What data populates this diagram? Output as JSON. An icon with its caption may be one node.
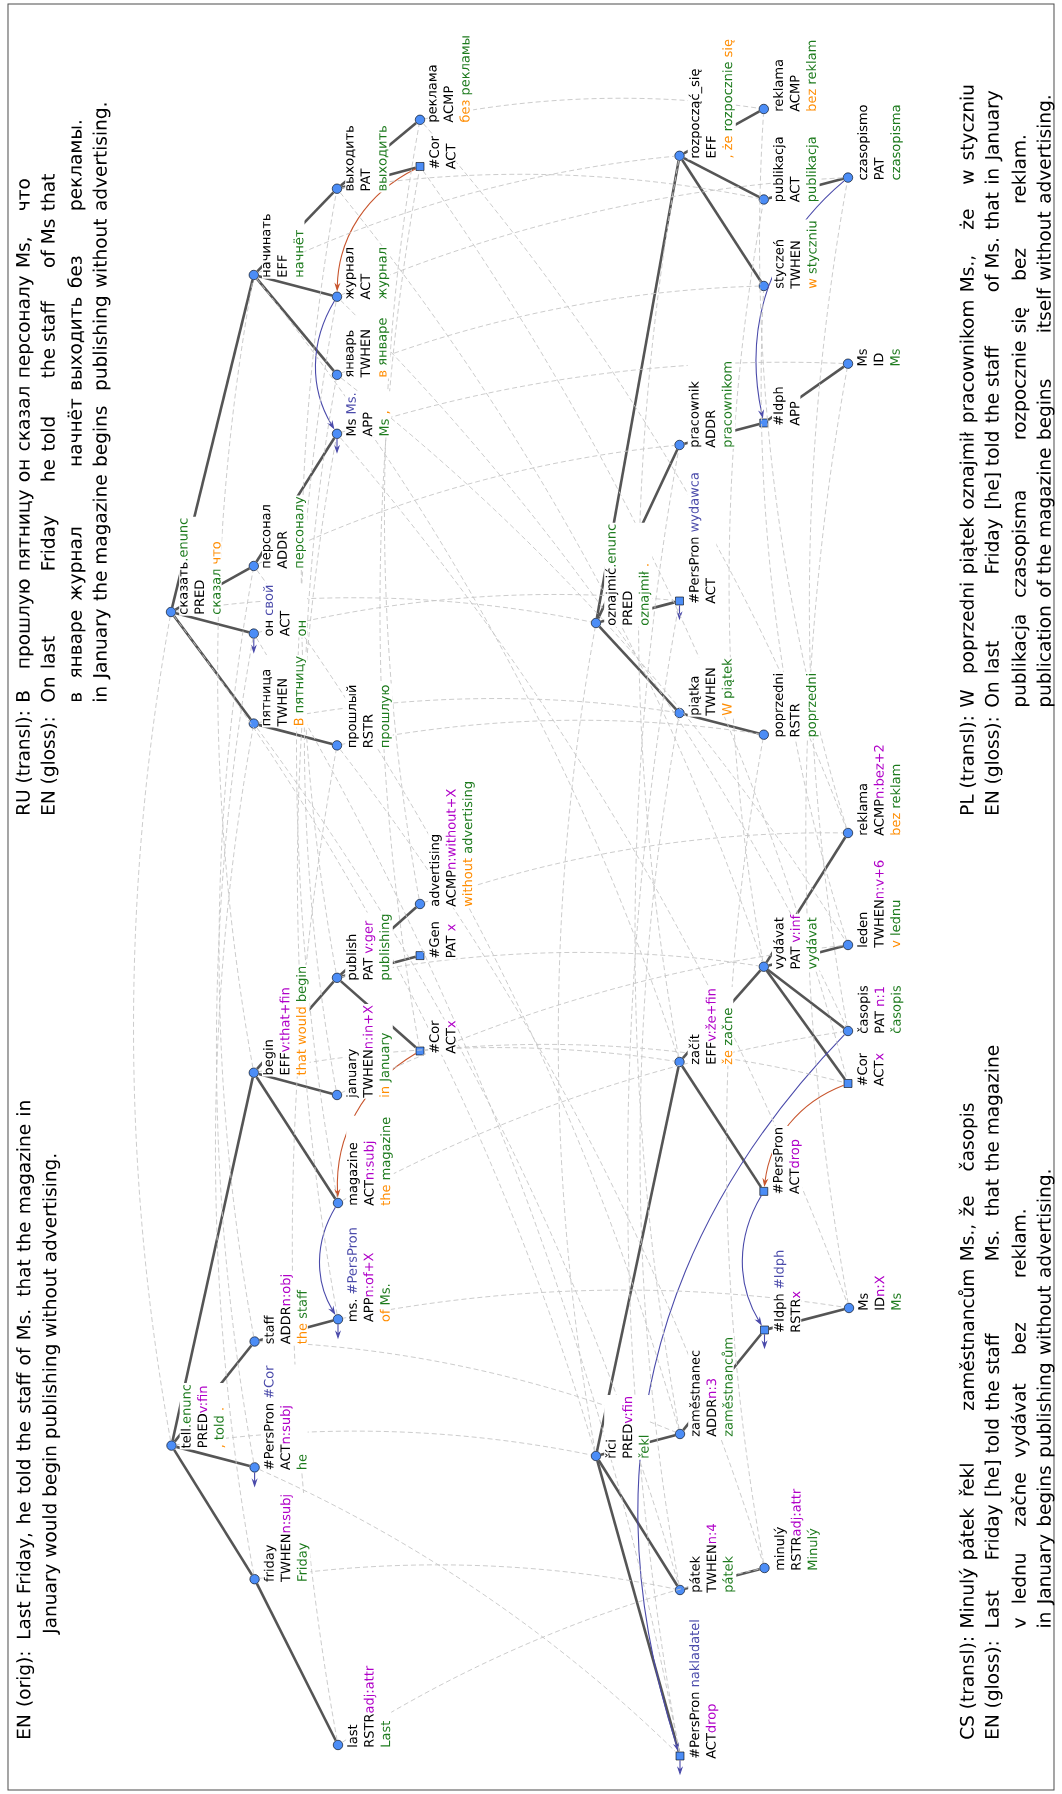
{
  "diagram": {
    "nodes": [
      {
        "text": [
          "tell",
          ".enunc",
          "PRED",
          "v:fin",
          ",",
          "told",
          "."
        ]
      },
      {
        "text": [
          "#PersPron",
          "#Cor",
          "ACT",
          "n:subj",
          "he"
        ]
      },
      {
        "text": [
          "staff",
          "ADDR",
          "n:obj",
          "the",
          "staff"
        ]
      },
      {
        "text": [
          "ms.",
          "#PersPron",
          "APP",
          "n:of+X",
          "of",
          "Ms."
        ]
      },
      {
        "text": [
          "friday",
          "TWHEN",
          "n:subj",
          "Friday"
        ]
      },
      {
        "text": [
          "last",
          "RSTR",
          "adj:attr",
          "Last"
        ]
      },
      {
        "text": [
          "begin",
          "EFF",
          "v:that+fin",
          "that would",
          "begin"
        ]
      },
      {
        "text": [
          "magazine",
          "ACT",
          "n:subj",
          "the",
          "magazine"
        ]
      },
      {
        "text": [
          "january",
          "TWHEN",
          "n:in+X",
          "in",
          "January"
        ]
      },
      {
        "text": [
          "publish",
          "PAT",
          "v:ger",
          "publishing"
        ]
      },
      {
        "text": [
          "#Cor",
          "ACT",
          "x"
        ]
      },
      {
        "text": [
          "#Gen",
          "PAT",
          "x"
        ]
      },
      {
        "text": [
          "advertising",
          "ACMP",
          "n:without+X",
          "without",
          "advertising"
        ]
      },
      {
        "text": [
          "сказать",
          ".enunc",
          "PRED",
          "сказал",
          "что"
        ]
      },
      {
        "text": [
          "он",
          "свой",
          "ACT",
          "он"
        ]
      },
      {
        "text": [
          "персонал",
          "ADDR",
          "персоналу"
        ]
      },
      {
        "text": [
          "Ms",
          "Ms.",
          "APP",
          "Ms",
          ","
        ]
      },
      {
        "text": [
          "пятница",
          "TWHEN",
          "В",
          "пятницу"
        ]
      },
      {
        "text": [
          "прошлый",
          "RSTR",
          "прошлую"
        ]
      },
      {
        "text": [
          "начинать",
          "EFF",
          "начнёт"
        ]
      },
      {
        "text": [
          "журнал",
          "ACT",
          "журнал"
        ]
      },
      {
        "text": [
          "январь",
          "TWHEN",
          "в",
          "январе"
        ]
      },
      {
        "text": [
          "выходить",
          "PAT",
          "выходить"
        ]
      },
      {
        "text": [
          "#Cor",
          "ACT"
        ]
      },
      {
        "text": [
          "реклама",
          "ACMP",
          "без",
          "рекламы"
        ]
      },
      {
        "text": [
          "říci",
          "PRED",
          "v:fin",
          "řekl"
        ]
      },
      {
        "text": [
          "#PersPron",
          "nakladatel",
          "ACT",
          "drop"
        ]
      },
      {
        "text": [
          "zaměstnanec",
          "ADDR",
          "n:3",
          "zaměstnancům"
        ]
      },
      {
        "text": [
          "#Idph",
          "#Idph",
          "RSTR",
          "x"
        ]
      },
      {
        "text": [
          "Ms",
          "ID",
          "n:X",
          "Ms"
        ]
      },
      {
        "text": [
          "pátek",
          "TWHEN",
          "n:4",
          "pátek"
        ]
      },
      {
        "text": [
          "minulý",
          "RSTR",
          "adj:attr",
          "Minulý"
        ]
      },
      {
        "text": [
          "začít",
          "EFF",
          "v:že+fin",
          "že",
          "začne"
        ]
      },
      {
        "text": [
          "#PersPron",
          "ACT",
          "drop"
        ]
      },
      {
        "text": [
          "vydávat",
          "PAT",
          "v:inf",
          "vydávat"
        ]
      },
      {
        "text": [
          "časopis",
          "PAT",
          "n:1",
          "časopis"
        ]
      },
      {
        "text": [
          "#Cor",
          "ACT",
          "x"
        ]
      },
      {
        "text": [
          "leden",
          "TWHEN",
          "n:v+6",
          "v",
          "lednu"
        ]
      },
      {
        "text": [
          "reklama",
          "ACMP",
          "n:bez+2",
          "bez",
          "reklam"
        ]
      },
      {
        "text": [
          "oznajmić",
          ".enunc",
          "PRED",
          "oznajmił",
          "."
        ]
      },
      {
        "text": [
          "#PersPron",
          "wydawca",
          "ACT"
        ]
      },
      {
        "text": [
          "pracownik",
          "ADDR",
          "pracownikom"
        ]
      },
      {
        "text": [
          "#Idph",
          "APP"
        ]
      },
      {
        "text": [
          "Ms",
          "ID",
          "Ms"
        ]
      },
      {
        "text": [
          "piątka",
          "TWHEN",
          "W",
          "piątek"
        ]
      },
      {
        "text": [
          "poprzedni",
          "RSTR",
          "poprzedni"
        ]
      },
      {
        "text": [
          "rozpocząć_się",
          "EFF",
          ", że",
          "rozpocznie",
          "się"
        ]
      },
      {
        "text": [
          "styczeń",
          "TWHEN",
          "w",
          "styczniu"
        ]
      },
      {
        "text": [
          "publikacja",
          "ACT",
          "publikacja"
        ]
      },
      {
        "text": [
          "czasopismo",
          "PAT",
          "czasopisma"
        ]
      },
      {
        "text": [
          "reklama",
          "ACMP",
          "bez",
          "reklam"
        ]
      }
    ],
    "edges": [
      {
        "from": 0,
        "to": 1,
        "arrow": "none",
        "color": "#555555"
      },
      {
        "from": 0,
        "to": 2,
        "arrow": "none",
        "color": "#555555"
      },
      {
        "from": 0,
        "to": 4,
        "arrow": "none",
        "color": "#555555"
      },
      {
        "from": 0,
        "to": 6,
        "arrow": "none",
        "color": "#555555"
      },
      {
        "from": 2,
        "to": 3,
        "arrow": "none",
        "color": "#555555"
      },
      {
        "from": 4,
        "to": 5,
        "arrow": "none",
        "color": "#555555"
      },
      {
        "from": 6,
        "to": 7,
        "arrow": "none",
        "color": "#555555"
      },
      {
        "from": 6,
        "to": 8,
        "arrow": "none",
        "color": "#555555"
      },
      {
        "from": 6,
        "to": 9,
        "arrow": "none",
        "color": "#555555"
      },
      {
        "from": 9,
        "to": 10,
        "arrow": "none",
        "color": "#555555"
      },
      {
        "from": 9,
        "to": 11,
        "arrow": "none",
        "color": "#555555"
      },
      {
        "from": 9,
        "to": 12,
        "arrow": "none",
        "color": "#555555"
      },
      {
        "from": 13,
        "to": 14,
        "arrow": "none",
        "color": "#555555"
      },
      {
        "from": 13,
        "to": 15,
        "arrow": "none",
        "color": "#555555"
      },
      {
        "from": 13,
        "to": 17,
        "arrow": "none",
        "color": "#555555"
      },
      {
        "from": 13,
        "to": 19,
        "arrow": "none",
        "color": "#555555"
      },
      {
        "from": 15,
        "to": 16,
        "arrow": "none",
        "color": "#555555"
      },
      {
        "from": 17,
        "to": 18,
        "arrow": "none",
        "color": "#555555"
      },
      {
        "from": 19,
        "to": 20,
        "arrow": "none",
        "color": "#555555"
      },
      {
        "from": 19,
        "to": 21,
        "arrow": "none",
        "color": "#555555"
      },
      {
        "from": 19,
        "to": 22,
        "arrow": "none",
        "color": "#555555"
      },
      {
        "from": 22,
        "to": 23,
        "arrow": "none",
        "color": "#555555"
      },
      {
        "from": 22,
        "to": 24,
        "arrow": "none",
        "color": "#555555"
      },
      {
        "from": 25,
        "to": 26,
        "arrow": "none",
        "color": "#555555"
      },
      {
        "from": 25,
        "to": 27,
        "arrow": "none",
        "color": "#555555"
      },
      {
        "from": 25,
        "to": 30,
        "arrow": "none",
        "color": "#555555"
      },
      {
        "from": 25,
        "to": 32,
        "arrow": "none",
        "color": "#555555"
      },
      {
        "from": 27,
        "to": 28,
        "arrow": "none",
        "color": "#555555"
      },
      {
        "from": 28,
        "to": 29,
        "arrow": "none",
        "color": "#555555"
      },
      {
        "from": 30,
        "to": 31,
        "arrow": "none",
        "color": "#555555"
      },
      {
        "from": 32,
        "to": 33,
        "arrow": "none",
        "color": "#555555"
      },
      {
        "from": 32,
        "to": 34,
        "arrow": "none",
        "color": "#555555"
      },
      {
        "from": 34,
        "to": 35,
        "arrow": "none",
        "color": "#555555"
      },
      {
        "from": 34,
        "to": 36,
        "arrow": "none",
        "color": "#555555"
      },
      {
        "from": 34,
        "to": 37,
        "arrow": "none",
        "color": "#555555"
      },
      {
        "from": 34,
        "to": 38,
        "arrow": "none",
        "color": "#555555"
      },
      {
        "from": 39,
        "to": 40,
        "arrow": "none",
        "color": "#555555"
      },
      {
        "from": 39,
        "to": 41,
        "arrow": "none",
        "color": "#555555"
      },
      {
        "from": 39,
        "to": 44,
        "arrow": "none",
        "color": "#555555"
      },
      {
        "from": 39,
        "to": 46,
        "arrow": "none",
        "color": "#555555"
      },
      {
        "from": 41,
        "to": 42,
        "arrow": "none",
        "color": "#555555"
      },
      {
        "from": 42,
        "to": 43,
        "arrow": "none",
        "color": "#555555"
      },
      {
        "from": 44,
        "to": 45,
        "arrow": "none",
        "color": "#555555"
      },
      {
        "from": 46,
        "to": 47,
        "arrow": "none",
        "color": "#555555"
      },
      {
        "from": 46,
        "to": 48,
        "arrow": "none",
        "color": "#555555"
      },
      {
        "from": 46,
        "to": 50,
        "arrow": "none",
        "color": "#555555"
      },
      {
        "from": 48,
        "to": 49,
        "arrow": "none",
        "color": "#555555"
      },
      {
        "from": 10,
        "to": 7,
        "arrow": "to",
        "color": "#c8552d"
      },
      {
        "from": 23,
        "to": 20,
        "arrow": "to",
        "color": "#c8552d"
      },
      {
        "from": 36,
        "to": 33,
        "arrow": "to",
        "color": "#c8552d"
      },
      {
        "from": 7,
        "to": 3,
        "arrow": "to",
        "color": "#4a4aaa"
      },
      {
        "from": 20,
        "to": 16,
        "arrow": "to",
        "color": "#4a4aaa"
      },
      {
        "from": 33,
        "to": 28,
        "arrow": "to",
        "color": "#4a4aaa"
      },
      {
        "from": 35,
        "to": 26,
        "arrow": "to",
        "color": "#4a4aaa"
      },
      {
        "from": 49,
        "to": 42,
        "arrow": "to",
        "color": "#4a4aaa"
      },
      {
        "from": 1,
        "to": null,
        "arrow": "to",
        "color": "#4a4aaa"
      },
      {
        "from": 3,
        "to": null,
        "arrow": "to",
        "color": "#4a4aaa"
      },
      {
        "from": 14,
        "to": null,
        "arrow": "to",
        "color": "#4a4aaa"
      },
      {
        "from": 16,
        "to": null,
        "arrow": "to",
        "color": "#4a4aaa"
      },
      {
        "from": 26,
        "to": null,
        "arrow": "to",
        "color": "#4a4aaa"
      },
      {
        "from": 28,
        "to": null,
        "arrow": "to",
        "color": "#4a4aaa"
      },
      {
        "from": 40,
        "to": null,
        "arrow": "to",
        "color": "#4a4aaa"
      },
      {
        "from": 0,
        "to": 13,
        "arrow": "none",
        "style": "dashed"
      },
      {
        "from": 0,
        "to": 25,
        "arrow": "none",
        "style": "dashed"
      },
      {
        "from": 13,
        "to": 25,
        "arrow": "none",
        "style": "dashed"
      },
      {
        "from": 13,
        "to": 39,
        "arrow": "none",
        "style": "dashed"
      },
      {
        "from": 25,
        "to": 39,
        "arrow": "none",
        "style": "dashed"
      },
      {
        "from": 1,
        "to": 14,
        "arrow": "none",
        "style": "dashed"
      },
      {
        "from": 1,
        "to": 26,
        "arrow": "none",
        "style": "dashed"
      },
      {
        "from": 14,
        "to": 26,
        "arrow": "none",
        "style": "dashed"
      },
      {
        "from": 14,
        "to": 40,
        "arrow": "none",
        "style": "dashed"
      },
      {
        "from": 26,
        "to": 40,
        "arrow": "none",
        "style": "dashed"
      },
      {
        "from": 2,
        "to": 15,
        "arrow": "none",
        "style": "dashed"
      },
      {
        "from": 2,
        "to": 27,
        "arrow": "none",
        "style": "dashed"
      },
      {
        "from": 15,
        "to": 27,
        "arrow": "none",
        "style": "dashed"
      },
      {
        "from": 15,
        "to": 41,
        "arrow": "none",
        "style": "dashed"
      },
      {
        "from": 27,
        "to": 41,
        "arrow": "none",
        "style": "dashed"
      },
      {
        "from": 3,
        "to": 16,
        "arrow": "none",
        "style": "dashed"
      },
      {
        "from": 3,
        "to": 29,
        "arrow": "none",
        "style": "dashed"
      },
      {
        "from": 16,
        "to": 29,
        "arrow": "none",
        "style": "dashed"
      },
      {
        "from": 16,
        "to": 43,
        "arrow": "none",
        "style": "dashed"
      },
      {
        "from": 29,
        "to": 43,
        "arrow": "none",
        "style": "dashed"
      },
      {
        "from": 4,
        "to": 17,
        "arrow": "none",
        "style": "dashed"
      },
      {
        "from": 4,
        "to": 30,
        "arrow": "none",
        "style": "dashed"
      },
      {
        "from": 17,
        "to": 30,
        "arrow": "none",
        "style": "dashed"
      },
      {
        "from": 17,
        "to": 44,
        "arrow": "none",
        "style": "dashed"
      },
      {
        "from": 30,
        "to": 44,
        "arrow": "none",
        "style": "dashed"
      },
      {
        "from": 5,
        "to": 18,
        "arrow": "none",
        "style": "dashed"
      },
      {
        "from": 5,
        "to": 31,
        "arrow": "none",
        "style": "dashed"
      },
      {
        "from": 18,
        "to": 31,
        "arrow": "none",
        "style": "dashed"
      },
      {
        "from": 18,
        "to": 45,
        "arrow": "none",
        "style": "dashed"
      },
      {
        "from": 31,
        "to": 45,
        "arrow": "none",
        "style": "dashed"
      },
      {
        "from": 6,
        "to": 19,
        "arrow": "none",
        "style": "dashed"
      },
      {
        "from": 6,
        "to": 32,
        "arrow": "none",
        "style": "dashed"
      },
      {
        "from": 19,
        "to": 32,
        "arrow": "none",
        "style": "dashed"
      },
      {
        "from": 19,
        "to": 46,
        "arrow": "none",
        "style": "dashed"
      },
      {
        "from": 32,
        "to": 46,
        "arrow": "none",
        "style": "dashed"
      },
      {
        "from": 7,
        "to": 20,
        "arrow": "none",
        "style": "dashed"
      },
      {
        "from": 7,
        "to": 35,
        "arrow": "none",
        "style": "dashed"
      },
      {
        "from": 20,
        "to": 35,
        "arrow": "none",
        "style": "dashed"
      },
      {
        "from": 20,
        "to": 49,
        "arrow": "none",
        "style": "dashed"
      },
      {
        "from": 35,
        "to": 49,
        "arrow": "none",
        "style": "dashed"
      },
      {
        "from": 8,
        "to": 21,
        "arrow": "none",
        "style": "dashed"
      },
      {
        "from": 8,
        "to": 37,
        "arrow": "none",
        "style": "dashed"
      },
      {
        "from": 21,
        "to": 37,
        "arrow": "none",
        "style": "dashed"
      },
      {
        "from": 21,
        "to": 47,
        "arrow": "none",
        "style": "dashed"
      },
      {
        "from": 37,
        "to": 47,
        "arrow": "none",
        "style": "dashed"
      },
      {
        "from": 9,
        "to": 22,
        "arrow": "none",
        "style": "dashed"
      },
      {
        "from": 9,
        "to": 34,
        "arrow": "none",
        "style": "dashed"
      },
      {
        "from": 22,
        "to": 34,
        "arrow": "none",
        "style": "dashed"
      },
      {
        "from": 22,
        "to": 48,
        "arrow": "none",
        "style": "dashed"
      },
      {
        "from": 34,
        "to": 48,
        "arrow": "none",
        "style": "dashed"
      },
      {
        "from": 10,
        "to": 23,
        "arrow": "none",
        "style": "dashed"
      },
      {
        "from": 10,
        "to": 36,
        "arrow": "none",
        "style": "dashed"
      },
      {
        "from": 23,
        "to": 36,
        "arrow": "none",
        "style": "dashed"
      },
      {
        "from": 12,
        "to": 24,
        "arrow": "none",
        "style": "dashed"
      },
      {
        "from": 12,
        "to": 38,
        "arrow": "none",
        "style": "dashed"
      },
      {
        "from": 24,
        "to": 38,
        "arrow": "none",
        "style": "dashed"
      },
      {
        "from": 24,
        "to": 50,
        "arrow": "none",
        "style": "dashed"
      },
      {
        "from": 38,
        "to": 50,
        "arrow": "none",
        "style": "dashed"
      }
    ],
    "labels": [
      "EN (orig): Last Friday, he told the staff of Ms. that the magazine in January would begin publishing without advertising.",
      "RU (transl):",
      "В",
      "прошлую",
      "пятницу",
      "он",
      "сказал",
      "персоналу",
      "Ms,",
      "что",
      "EN (gloss):",
      "On",
      "last",
      "Friday",
      "he",
      "told",
      "the staff",
      "of Ms",
      "that",
      "в",
      "январе",
      "журнал",
      "начнёт",
      "выходить",
      "без",
      "рекламы.",
      "in",
      "January",
      "the magazine",
      "begins",
      "publishing",
      "without",
      "advertising.",
      "CS (transl):",
      "Minulý",
      "pátek",
      "řekl",
      "zaměstnancům",
      "Ms.,",
      "že",
      "časopis",
      "EN (gloss):",
      "Last",
      "Friday",
      "[he] told",
      "the staff",
      "Ms.",
      "that",
      "the magazine",
      "v",
      "lednu",
      "začne",
      "vydávat",
      "bez",
      "reklam.",
      "in",
      "January",
      "begins",
      "publishing",
      "without",
      "advertising.",
      "PL (transl):",
      "W",
      "poprzedni",
      "piątek",
      "oznajmił",
      "pracownikom",
      "Ms.,",
      "że",
      "w",
      "styczniu",
      "EN (gloss):",
      "On",
      "last",
      "Friday",
      "[he] told",
      "the staff",
      "of Ms.",
      "that",
      "in",
      "January",
      "publikacja",
      "czasopisma",
      "rozpocznie",
      "się",
      "bez",
      "reklam.",
      "publication",
      "of the magazine",
      "begins",
      "itself",
      "without",
      "advertising."
    ]
  }
}
